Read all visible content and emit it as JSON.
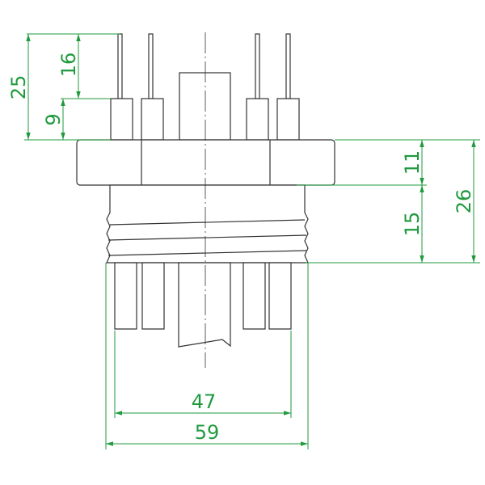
{
  "colors": {
    "dimension": "#1f9a3e",
    "outline": "#333333"
  },
  "dimensions": {
    "total_pin_height": "25",
    "pin_exposed": "16",
    "pin_sleeve": "9",
    "hex_height": "11",
    "thread_height": "15",
    "body_height": "26",
    "pin_span": "47",
    "thread_diameter": "59"
  }
}
